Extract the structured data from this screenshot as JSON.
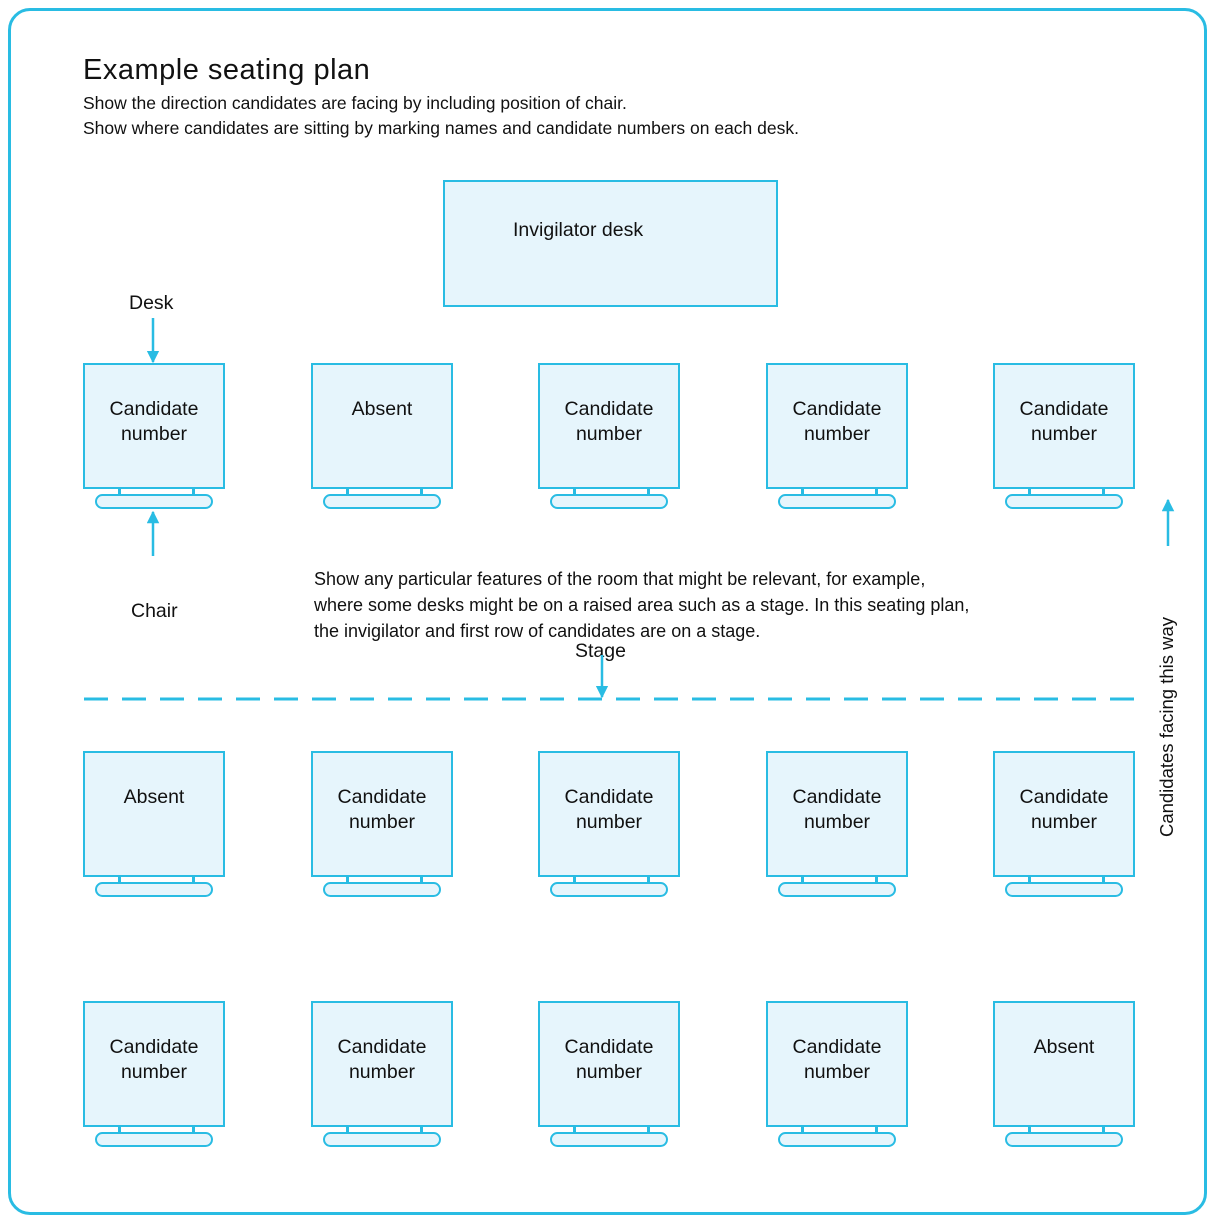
{
  "title": "Example seating plan",
  "subtitle_lines": [
    "Show the direction candidates are facing by including position of chair.",
    "Show where candidates are sitting by marking names and candidate numbers on each desk."
  ],
  "invigilator_desk": "Invigilator desk",
  "labels": {
    "desk": "Desk",
    "chair": "Chair",
    "stage": "Stage",
    "facing": "Candidates facing this way"
  },
  "note_lines": [
    "Show any particular features of the room that might be relevant, for example,",
    "where some desks might be on a raised area such as a stage. In this seating plan,",
    "the invigilator and first row of candidates are on a stage."
  ],
  "rows": [
    [
      [
        "Candidate",
        "number"
      ],
      [
        "Absent"
      ],
      [
        "Candidate",
        "number"
      ],
      [
        "Candidate",
        "number"
      ],
      [
        "Candidate",
        "number"
      ]
    ],
    [
      [
        "Absent"
      ],
      [
        "Candidate",
        "number"
      ],
      [
        "Candidate",
        "number"
      ],
      [
        "Candidate",
        "number"
      ],
      [
        "Candidate",
        "number"
      ]
    ],
    [
      [
        "Candidate",
        "number"
      ],
      [
        "Candidate",
        "number"
      ],
      [
        "Candidate",
        "number"
      ],
      [
        "Candidate",
        "number"
      ],
      [
        "Absent"
      ]
    ]
  ],
  "colors": {
    "accent": "#29bce3",
    "desk_fill": "#e6f5fc"
  }
}
